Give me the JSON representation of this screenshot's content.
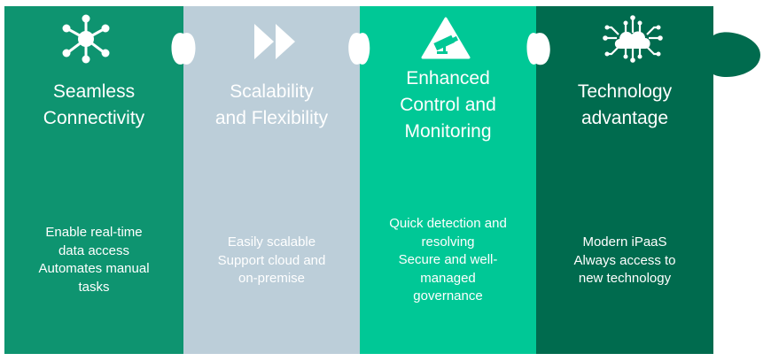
{
  "pieces": [
    {
      "icon": "network-hub-icon",
      "title_lines": [
        "Seamless",
        "Connectivity"
      ],
      "body_lines": [
        "Enable real-time",
        "data access",
        "Automates manual",
        "tasks"
      ],
      "color": "#0E9470"
    },
    {
      "icon": "fast-forward-icon",
      "title_lines": [
        "Scalability",
        "and Flexibility"
      ],
      "body_lines": [
        "Easily scalable",
        "Support cloud and",
        "on-premise"
      ],
      "color": "#BCCED9"
    },
    {
      "icon": "surveillance-camera-warning-icon",
      "title_lines": [
        "Enhanced",
        "Control and",
        "Monitoring"
      ],
      "body_lines": [
        "Quick detection and",
        "resolving",
        "Secure and well-",
        "managed",
        "governance"
      ],
      "color": "#00C896"
    },
    {
      "icon": "cloud-circuit-icon",
      "title_lines": [
        "Technology",
        "advantage"
      ],
      "body_lines": [
        "Modern iPaaS",
        "Always access to",
        "new technology"
      ],
      "color": "#006B4E"
    }
  ]
}
